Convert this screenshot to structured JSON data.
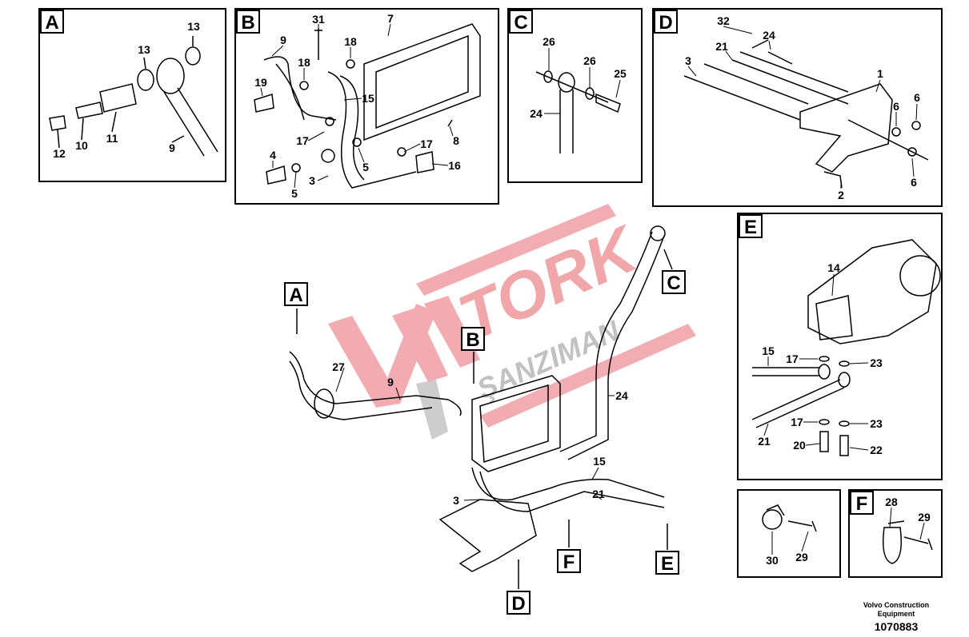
{
  "watermark": {
    "brand": "TORK",
    "sub": "ŞANZIMAN",
    "color": "#e86a72",
    "sub_color": "#b8b8b8"
  },
  "panels": {
    "A": {
      "tag": "A",
      "callouts": [
        "13",
        "13",
        "11",
        "10",
        "12",
        "9"
      ]
    },
    "B": {
      "tag": "B",
      "callouts": [
        "31",
        "7",
        "9",
        "18",
        "18",
        "19",
        "15",
        "17",
        "17",
        "8",
        "4",
        "5",
        "16",
        "5",
        "3"
      ]
    },
    "C": {
      "tag": "C",
      "callouts": [
        "26",
        "26",
        "25",
        "24"
      ]
    },
    "D": {
      "tag": "D",
      "callouts": [
        "32",
        "24",
        "21",
        "3",
        "1",
        "6",
        "6",
        "2",
        "6"
      ]
    },
    "E": {
      "tag": "E",
      "callouts": [
        "14",
        "15",
        "17",
        "23",
        "17",
        "23",
        "21",
        "20",
        "22"
      ]
    },
    "G": {
      "callouts": [
        "30",
        "29"
      ]
    },
    "F": {
      "tag": "F",
      "callouts": [
        "28",
        "29"
      ]
    }
  },
  "main": {
    "refs": [
      "A",
      "B",
      "C",
      "D",
      "E",
      "F"
    ],
    "callouts": [
      "27",
      "9",
      "24",
      "15",
      "3",
      "21"
    ]
  },
  "footer": {
    "company_line1": "Volvo Construction",
    "company_line2": "Equipment",
    "drawing_number": "1070883"
  }
}
